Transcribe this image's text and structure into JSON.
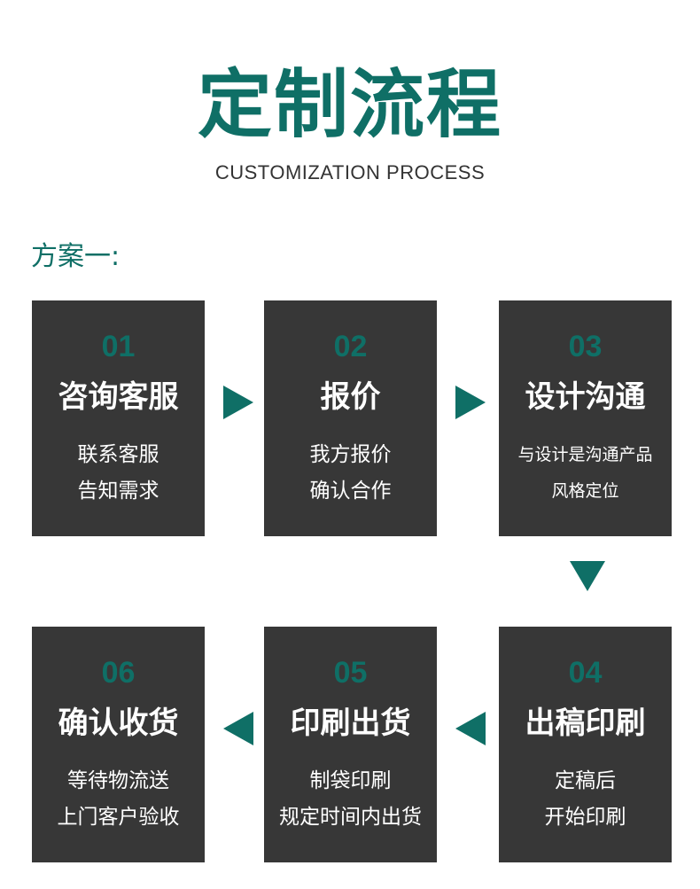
{
  "header": {
    "title": "定制流程",
    "subtitle": "CUSTOMIZATION PROCESS",
    "plan_label": "方案一:"
  },
  "colors": {
    "accent": "#0f6f66",
    "card_bg": "#373737",
    "text_on_card": "#ffffff"
  },
  "steps": [
    {
      "num": "01",
      "name": "咨询客服",
      "line1": "联系客服",
      "line2": "告知需求"
    },
    {
      "num": "02",
      "name": "报价",
      "line1": "我方报价",
      "line2": "确认合作"
    },
    {
      "num": "03",
      "name": "设计沟通",
      "line1": "与设计是沟通产品",
      "line2": "风格定位"
    },
    {
      "num": "04",
      "name": "出稿印刷",
      "line1": "定稿后",
      "line2": "开始印刷"
    },
    {
      "num": "05",
      "name": "印刷出货",
      "line1": "制袋印刷",
      "line2": "规定时间内出货"
    },
    {
      "num": "06",
      "name": "确认收货",
      "line1": "等待物流送",
      "line2": "上门客户验收"
    }
  ],
  "icons": [
    "arrow-right-icon",
    "arrow-down-icon",
    "arrow-left-icon"
  ]
}
